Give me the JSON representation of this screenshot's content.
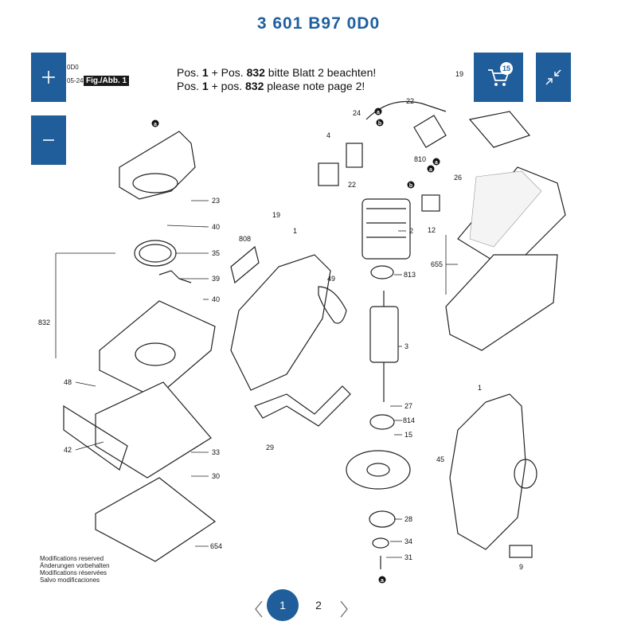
{
  "header": {
    "part_number": "3 601 B97 0D0"
  },
  "toolbar": {
    "zoom_in_icon": "plus-icon",
    "zoom_out_icon": "minus-icon",
    "cart_icon": "cart-icon",
    "cart_count": "15",
    "collapse_icon": "collapse-arrows-icon"
  },
  "drawing": {
    "fig_label": "Fig./Abb. 1",
    "doc_fragment_1": "0D0",
    "doc_fragment_2": "05-24",
    "note_line1_a": "Pos. ",
    "note_line1_b": "1",
    "note_line1_c": " + Pos. ",
    "note_line1_d": "832",
    "note_line1_e": " bitte Blatt 2 beachten!",
    "note_line2_a": "Pos. ",
    "note_line2_b": "1",
    "note_line2_c": " + pos. ",
    "note_line2_d": "832",
    "note_line2_e": " please note page 2!",
    "footer_lines": [
      "Modifications reserved",
      "Änderungen vorbehalten",
      "Modifications réservées",
      "Salvo modificaciones"
    ],
    "part_labels": [
      "23",
      "40",
      "35",
      "39",
      "40",
      "832",
      "48",
      "42",
      "33",
      "30",
      "654",
      "808",
      "19",
      "1",
      "49",
      "29",
      "24",
      "22",
      "810",
      "4",
      "22",
      "2",
      "813",
      "3",
      "27",
      "814",
      "15",
      "28",
      "34",
      "31",
      "19",
      "26",
      "12",
      "655",
      "1",
      "45",
      "9"
    ],
    "callout_letters": [
      "a",
      "a",
      "b",
      "a",
      "b",
      "a",
      "a"
    ]
  },
  "pagination": {
    "prev_icon": "chevron-left-icon",
    "next_icon": "chevron-right-icon",
    "pages": [
      "1",
      "2"
    ],
    "current": "1"
  }
}
